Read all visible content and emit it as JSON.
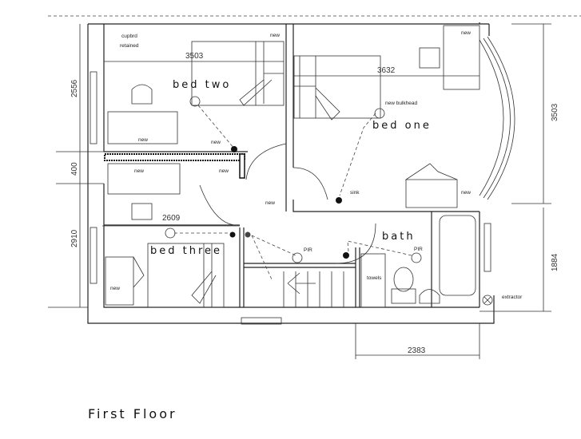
{
  "rooms": {
    "bed_two": "bed two",
    "bed_one": "bed one",
    "bed_three": "bed three",
    "bath": "bath"
  },
  "notes": {
    "cupbrd": "cupbrd",
    "retained": "retained",
    "new": "new",
    "new_bulkhead": "new bulkhead",
    "sink": "sink",
    "pir": "PIR",
    "towels": "towels",
    "extractor": "extractor"
  },
  "dimensions": {
    "bed_two_width": "3503",
    "bed_one_width": "3632",
    "bed_three_width": "2609",
    "right_upper": "3503",
    "right_lower": "1884",
    "left_upper": "2556",
    "left_mid": "400",
    "left_lower": "2910",
    "bottom": "2383"
  },
  "title": "First Floor"
}
